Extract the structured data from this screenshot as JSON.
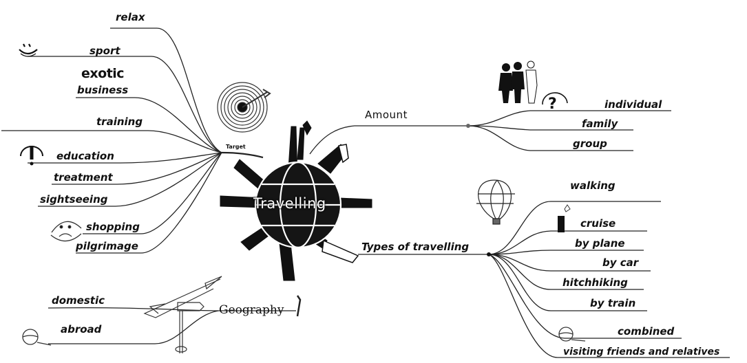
{
  "center": "Travelling",
  "target": {
    "label": "Target",
    "items": [
      "relax",
      "sport",
      "exotic",
      "business",
      "training",
      "education",
      "treatment",
      "sightseeing",
      "shopping",
      "pilgrimage"
    ]
  },
  "amount": {
    "label": "Amount",
    "items": [
      "individual",
      "family",
      "group"
    ]
  },
  "types": {
    "label": "Types of travelling",
    "items": [
      "walking",
      "cruise",
      "by plane",
      "by car",
      "hitchhiking",
      "by train",
      "combined",
      "visiting friends and relatives"
    ]
  },
  "geography": {
    "label": "Geography",
    "items": [
      "domestic",
      "abroad"
    ]
  },
  "icons": [
    "smiley-icon",
    "target-icon",
    "exclamation-icon",
    "sad-face-icon",
    "people-icon",
    "question-icon",
    "hot-air-balloon-icon",
    "lighthouse-icon",
    "airplane-icon",
    "signpost-icon",
    "magnifier-icon",
    "hands-globe-icon"
  ]
}
